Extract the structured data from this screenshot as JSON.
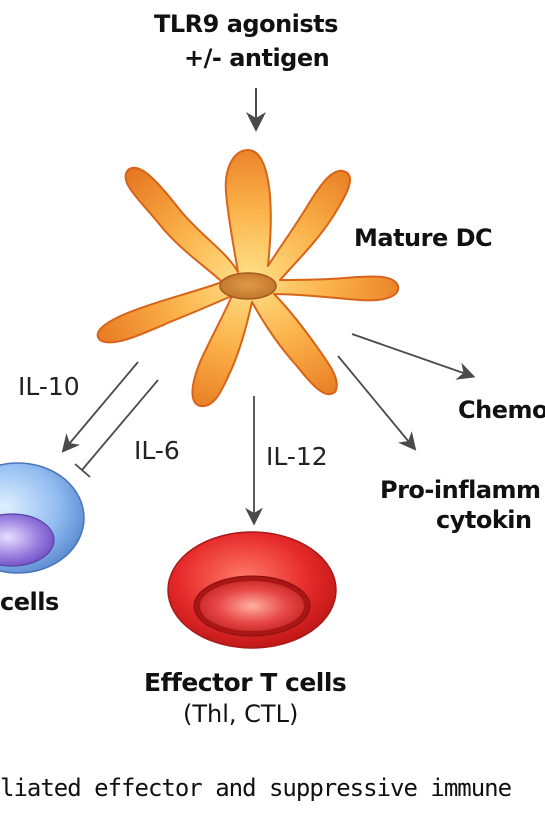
{
  "top": {
    "line1": "TLR9 agonists",
    "line2": "+/- antigen"
  },
  "dc_label": "Mature DC",
  "cytokines": {
    "il10": "IL-10",
    "il6": "IL-6",
    "il12": "IL-12"
  },
  "outputs": {
    "chemokines": "Chemo",
    "proinflam_line1": "Pro-inflamm",
    "proinflam_line2": "cytokin",
    "left_cells": "cells",
    "effector_title": "Effector T cells",
    "effector_sub": "(Thl, CTL)"
  },
  "caption": "liated effector and suppressive immune",
  "colors": {
    "dc_orange": "#f08c2a",
    "dc_core": "#c8782a",
    "effector_red": "#e02a2a",
    "treg_blue": "#6aa0dc",
    "arrow_gray": "#555555"
  }
}
